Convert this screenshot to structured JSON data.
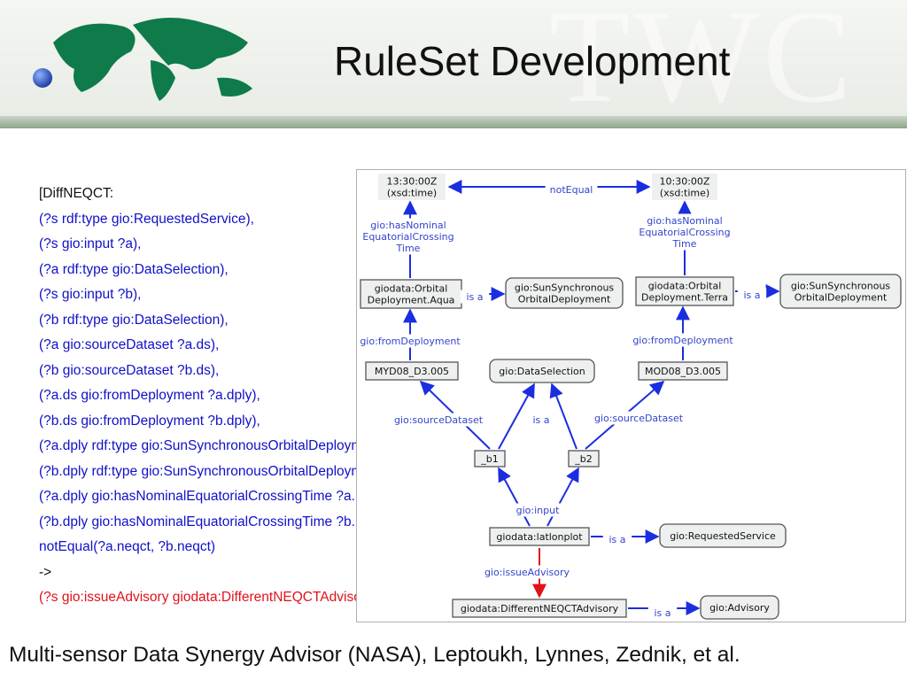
{
  "slide": {
    "title": "RuleSet Development",
    "watermark": "TWC",
    "caption": "Multi-sensor Data Synergy Advisor (NASA), Leptoukh, Lynnes, Zednik, et al."
  },
  "rule_lines": [
    {
      "text": "[DiffNEQCT:",
      "style": "blk"
    },
    {
      "text": "(?s rdf:type gio:RequestedService),",
      "style": "blu"
    },
    {
      "text": "(?s gio:input ?a),",
      "style": "blu"
    },
    {
      "text": "(?a rdf:type gio:DataSelection),",
      "style": "blu"
    },
    {
      "text": "(?s gio:input ?b),",
      "style": "blu"
    },
    {
      "text": "(?b rdf:type gio:DataSelection),",
      "style": "blu"
    },
    {
      "text": "(?a gio:sourceDataset ?a.ds),",
      "style": "blu"
    },
    {
      "text": "(?b gio:sourceDataset ?b.ds),",
      "style": "blu"
    },
    {
      "text": "(?a.ds gio:fromDeployment ?a.dply),",
      "style": "blu"
    },
    {
      "text": "(?b.ds gio:fromDeployment ?b.dply),",
      "style": "blu"
    },
    {
      "text": "(?a.dply rdf:type gio:SunSynchronousOrbitalDeployment),",
      "style": "blu"
    },
    {
      "text": "(?b.dply rdf:type gio:SunSynchronousOrbitalDeployment),",
      "style": "blu"
    },
    {
      "text": "(?a.dply gio:hasNominalEquatorialCrossingTime ?a.neqct),",
      "style": "blu"
    },
    {
      "text": "(?b.dply gio:hasNominalEquatorialCrossingTime ?b.neqct),",
      "style": "blu"
    },
    {
      "text": "notEqual(?a.neqct, ?b.neqct)",
      "style": "blu"
    },
    {
      "text": "->",
      "style": "blk"
    },
    {
      "text": "(?s gio:issueAdvisory giodata:DifferentNEQCTAdvisory)",
      "style": "red",
      "suffix": "]"
    }
  ],
  "diagram": {
    "nodes": [
      {
        "id": "t1",
        "lines": [
          "13:30:00Z",
          "(xsd:time)"
        ],
        "style": "plain"
      },
      {
        "id": "t2",
        "lines": [
          "10:30:00Z",
          "(xsd:time)"
        ],
        "style": "plain"
      },
      {
        "id": "aqua",
        "lines": [
          "giodata:Orbital",
          "Deployment.Aqua"
        ],
        "style": "box"
      },
      {
        "id": "ss1",
        "lines": [
          "gio:SunSynchronous",
          "OrbitalDeployment"
        ],
        "style": "round"
      },
      {
        "id": "terra",
        "lines": [
          "giodata:Orbital",
          "Deployment.Terra"
        ],
        "style": "box"
      },
      {
        "id": "ss2",
        "lines": [
          "gio:SunSynchronous",
          "OrbitalDeployment"
        ],
        "style": "round"
      },
      {
        "id": "myd",
        "lines": [
          "MYD08_D3.005"
        ],
        "style": "box"
      },
      {
        "id": "dsel",
        "lines": [
          "gio:DataSelection"
        ],
        "style": "round"
      },
      {
        "id": "mod",
        "lines": [
          "MOD08_D3.005"
        ],
        "style": "box"
      },
      {
        "id": "b1",
        "lines": [
          "_b1"
        ],
        "style": "box"
      },
      {
        "id": "b2",
        "lines": [
          "_b2"
        ],
        "style": "box"
      },
      {
        "id": "lat",
        "lines": [
          "giodata:latlonplot"
        ],
        "style": "box"
      },
      {
        "id": "req",
        "lines": [
          "gio:RequestedService"
        ],
        "style": "round"
      },
      {
        "id": "diff",
        "lines": [
          "giodata:DifferentNEQCTAdvisory"
        ],
        "style": "box"
      },
      {
        "id": "adv",
        "lines": [
          "gio:Advisory"
        ],
        "style": "round"
      }
    ],
    "edge_labels": [
      {
        "id": "notEqual",
        "lines": [
          "notEqual"
        ]
      },
      {
        "id": "hneqct1",
        "lines": [
          "gio:hasNominal",
          "EquatorialCrossing",
          "Time"
        ]
      },
      {
        "id": "hneqct2",
        "lines": [
          "gio:hasNominal",
          "EquatorialCrossing",
          "Time"
        ]
      },
      {
        "id": "isa1",
        "lines": [
          "is a"
        ]
      },
      {
        "id": "isa2",
        "lines": [
          "is a"
        ]
      },
      {
        "id": "fromdep1",
        "lines": [
          "gio:fromDeployment"
        ]
      },
      {
        "id": "fromdep2",
        "lines": [
          "gio:fromDeployment"
        ]
      },
      {
        "id": "srcds1",
        "lines": [
          "gio:sourceDataset"
        ]
      },
      {
        "id": "isa3",
        "lines": [
          "is a"
        ]
      },
      {
        "id": "srcds2",
        "lines": [
          "gio:sourceDataset"
        ]
      },
      {
        "id": "input",
        "lines": [
          "gio:input"
        ]
      },
      {
        "id": "isa4",
        "lines": [
          "is a"
        ]
      },
      {
        "id": "issue",
        "lines": [
          "gio:issueAdvisory"
        ],
        "color": "#e0121a"
      },
      {
        "id": "isa5",
        "lines": [
          "is a"
        ]
      }
    ],
    "colors": {
      "edge": "#1a2ee0",
      "alert": "#e0121a",
      "node_fill": "#eef0ef",
      "node_stroke": "#555555",
      "edge_text": "#3344cc"
    }
  }
}
